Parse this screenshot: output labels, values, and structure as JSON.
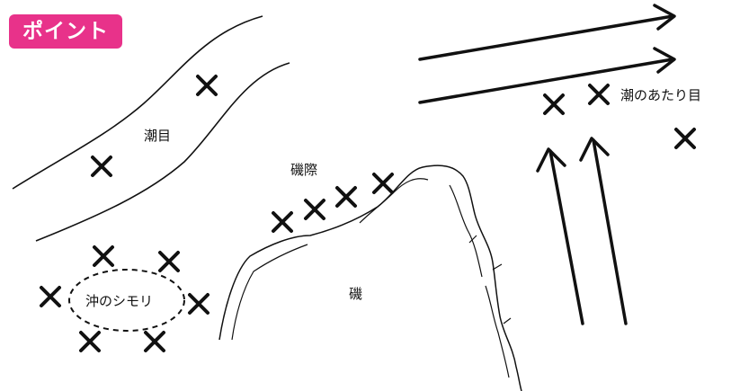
{
  "badge": {
    "label": "ポイント",
    "color": "#e8328a"
  },
  "labels": {
    "shiome": "潮目",
    "isogiwa": "磯際",
    "iso": "磯",
    "oki_shimori": "沖のシモリ",
    "shio_atari": "潮のあたり目"
  },
  "colors": {
    "ink": "#111111",
    "badge_text": "#ffffff"
  },
  "icons": {
    "marker": "cross-mark-icon",
    "flow": "current-arrow-icon"
  }
}
